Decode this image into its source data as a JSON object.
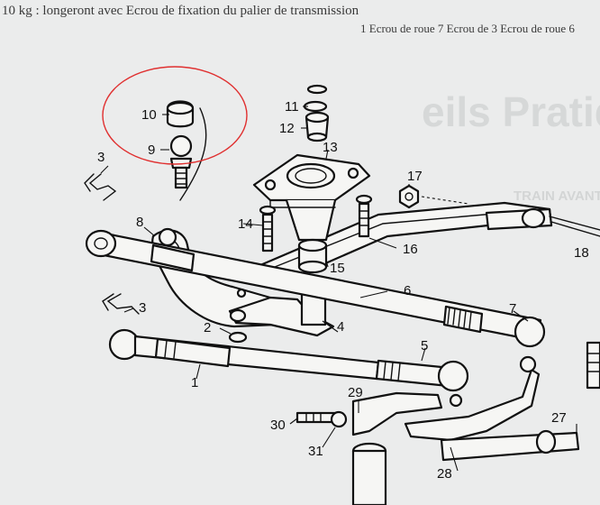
{
  "top_text": {
    "line1": "10 kg : longeront avec Ecrou de fixation du palier de transmission",
    "line2": "1 Ecrou de roue 7 Ecrou de 3 Ecrou de roue 6"
  },
  "right_title": "eils Pratiques",
  "right_subtitle": "TRAIN AVANT",
  "labels": {
    "p1": "1",
    "p2": "2",
    "p3a": "3",
    "p3b": "3",
    "p4": "4",
    "p5": "5",
    "p6": "6",
    "p7": "7",
    "p8": "8",
    "p9": "9",
    "p10": "10",
    "p11": "11",
    "p12": "12",
    "p13": "13",
    "p14": "14",
    "p15": "15",
    "p16": "16",
    "p17": "17",
    "p18": "18",
    "p27": "27",
    "p28": "28",
    "p29": "29",
    "p30": "30",
    "p31": "31"
  },
  "colors": {
    "highlight_circle": "#e03030",
    "ink": "#111111",
    "paper": "#ebecec"
  }
}
